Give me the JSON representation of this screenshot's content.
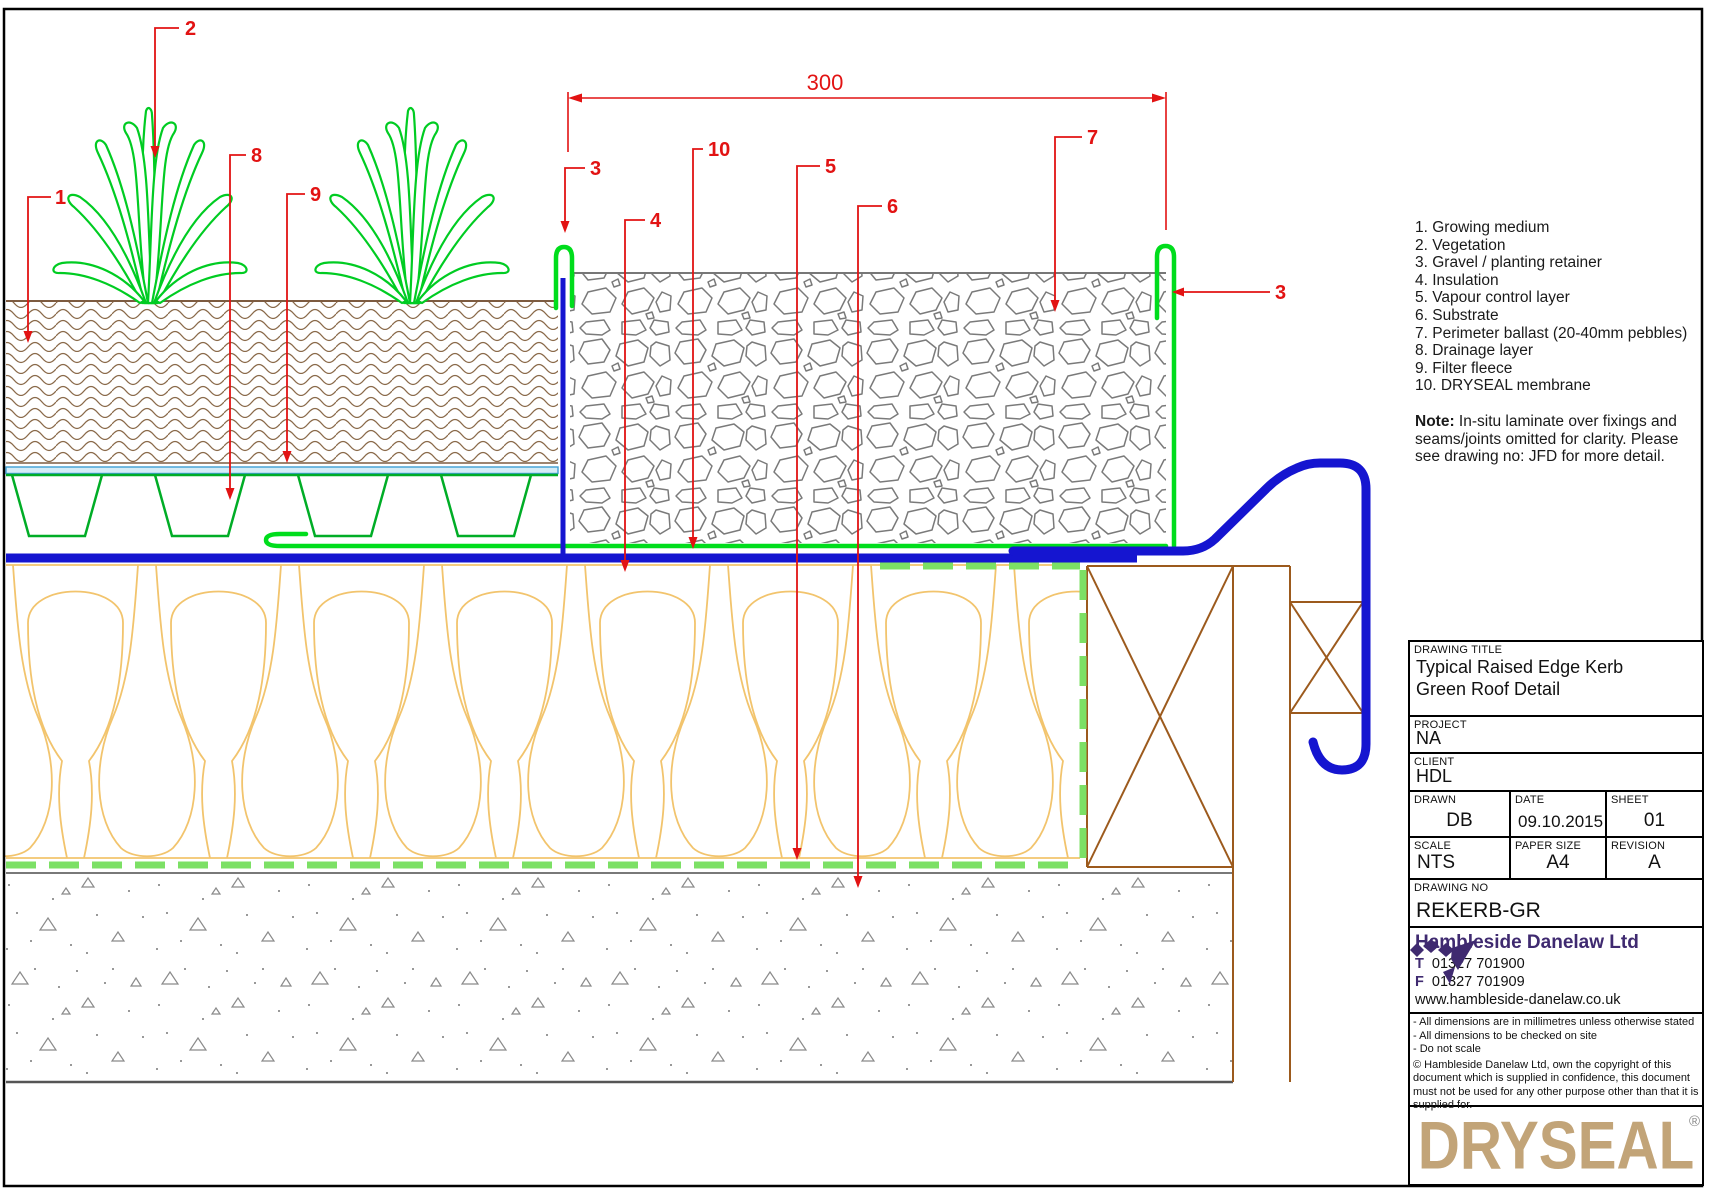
{
  "drawing": {
    "dimension_label": "300",
    "callouts": {
      "c1": "1",
      "c2": "2",
      "c3_left": "3",
      "c3_right": "3",
      "c4": "4",
      "c5": "5",
      "c6": "6",
      "c7": "7",
      "c8": "8",
      "c9": "9",
      "c10": "10"
    }
  },
  "legend": {
    "items": [
      "1. Growing medium",
      "2. Vegetation",
      "3. Gravel / planting retainer",
      "4. Insulation",
      "5. Vapour control layer",
      "6. Substrate",
      "7. Perimeter ballast (20-40mm pebbles)",
      "8. Drainage layer",
      "9. Filter fleece",
      "10. DRYSEAL membrane"
    ]
  },
  "note": {
    "prefix": "Note:",
    "body": " In-situ laminate over fixings and seams/joints omitted for clarity. Please see drawing no: JFD for more detail."
  },
  "title_block": {
    "drawing_title_label": "DRAWING TITLE",
    "drawing_title_line1": "Typical Raised Edge Kerb",
    "drawing_title_line2": "Green Roof Detail",
    "project_label": "PROJECT",
    "project": "NA",
    "client_label": "CLIENT",
    "client": "HDL",
    "drawn_label": "DRAWN",
    "drawn": "DB",
    "date_label": "DATE",
    "date": "09.10.2015",
    "sheet_label": "SHEET",
    "sheet": "01",
    "scale_label": "SCALE",
    "scale": "NTS",
    "paper_size_label": "PAPER SIZE",
    "paper_size": "A4",
    "revision_label": "REVISION",
    "revision": "A",
    "drawing_no_label": "DRAWING NO",
    "drawing_no": "REKERB-GR"
  },
  "company": {
    "name": "Hambleside Danelaw Ltd",
    "tel_label": "T",
    "tel": "01327 701900",
    "fax_label": "F",
    "fax": "01327 701909",
    "website": "www.hambleside-danelaw.co.uk"
  },
  "disclaimer": {
    "lines": [
      "- All dimensions are in millimetres unless otherwise stated",
      "- All dimensions to be checked on site",
      "- Do not scale"
    ],
    "copyright_symbol": "©",
    "copyright": " Hambleside Danelaw Ltd, own the copyright of this document which is supplied in confidence, this document must not be used for any other purpose other than that it is supplied for."
  },
  "brand": {
    "logo_text": "DRYSEAL",
    "registered": "®"
  },
  "colors": {
    "membrane_blue": "#1515d0",
    "retainer_green": "#00dd1c",
    "drainage_green": "#00ad26",
    "vegetation_green": "#00cc22",
    "vapour_layer_green": "#7ce065",
    "insulation_tan": "#f2c46d",
    "soil_brown": "#8a6a4a",
    "callout_red": "#e21313",
    "timber_brown": "#9c5a1d",
    "fleece_blue": "#3f9fd4",
    "brand_purple": "#3f2a70",
    "dryseal_tan": "#c2a478"
  }
}
